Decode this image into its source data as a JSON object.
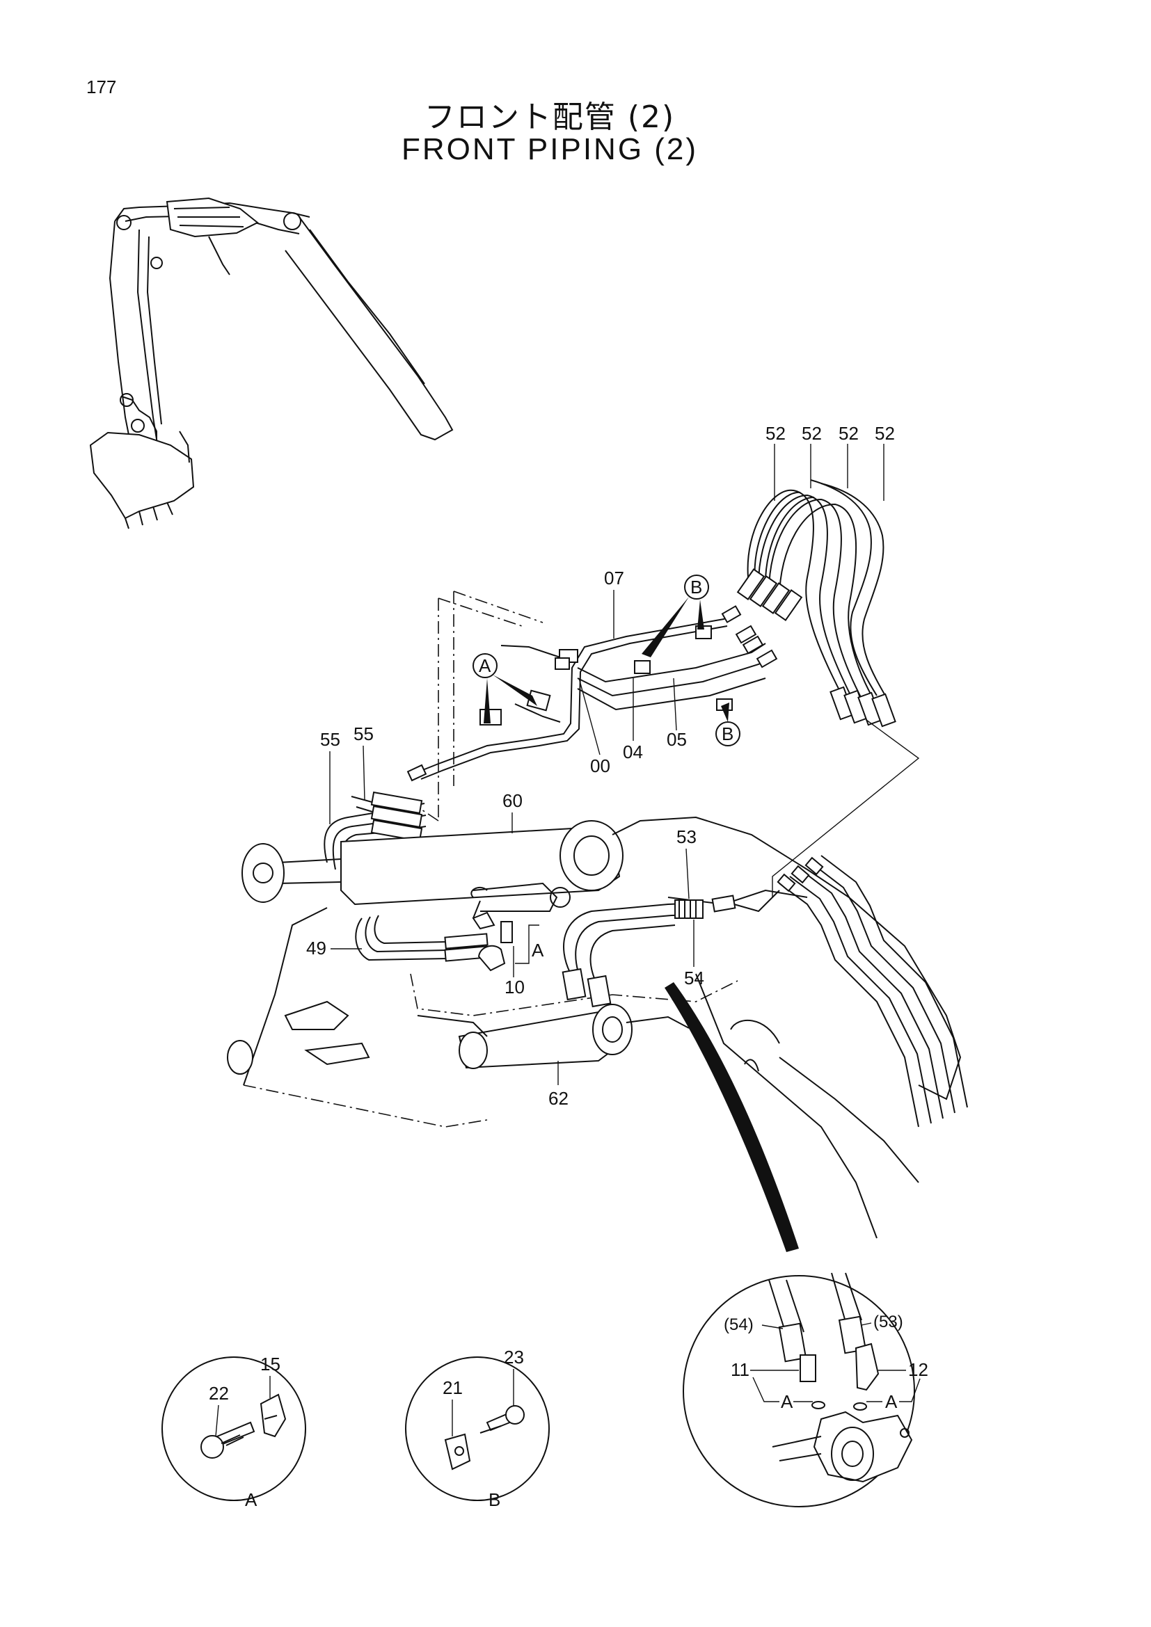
{
  "page": {
    "number": "177"
  },
  "title": {
    "japanese": "フロント配管 (2)",
    "english": "FRONT PIPING (2)"
  },
  "callouts": {
    "p52a": "52",
    "p52b": "52",
    "p52c": "52",
    "p52d": "52",
    "p07": "07",
    "p00": "00",
    "p04": "04",
    "p05": "05",
    "p55a": "55",
    "p55b": "55",
    "p60": "60",
    "p53": "53",
    "p54": "54",
    "p49": "49",
    "p10": "10",
    "p62": "62",
    "p15": "15",
    "p22": "22",
    "p21": "21",
    "p23": "23",
    "p11": "11",
    "p12": "12",
    "p54ref": "(54)",
    "p53ref": "(53)"
  },
  "view_markers": {
    "a_top": "A",
    "b_top": "B",
    "b_right": "B",
    "a_near10": "A",
    "a_circle": "A",
    "b_circle": "B",
    "a_detail_left": "A",
    "a_detail_right": "A"
  }
}
